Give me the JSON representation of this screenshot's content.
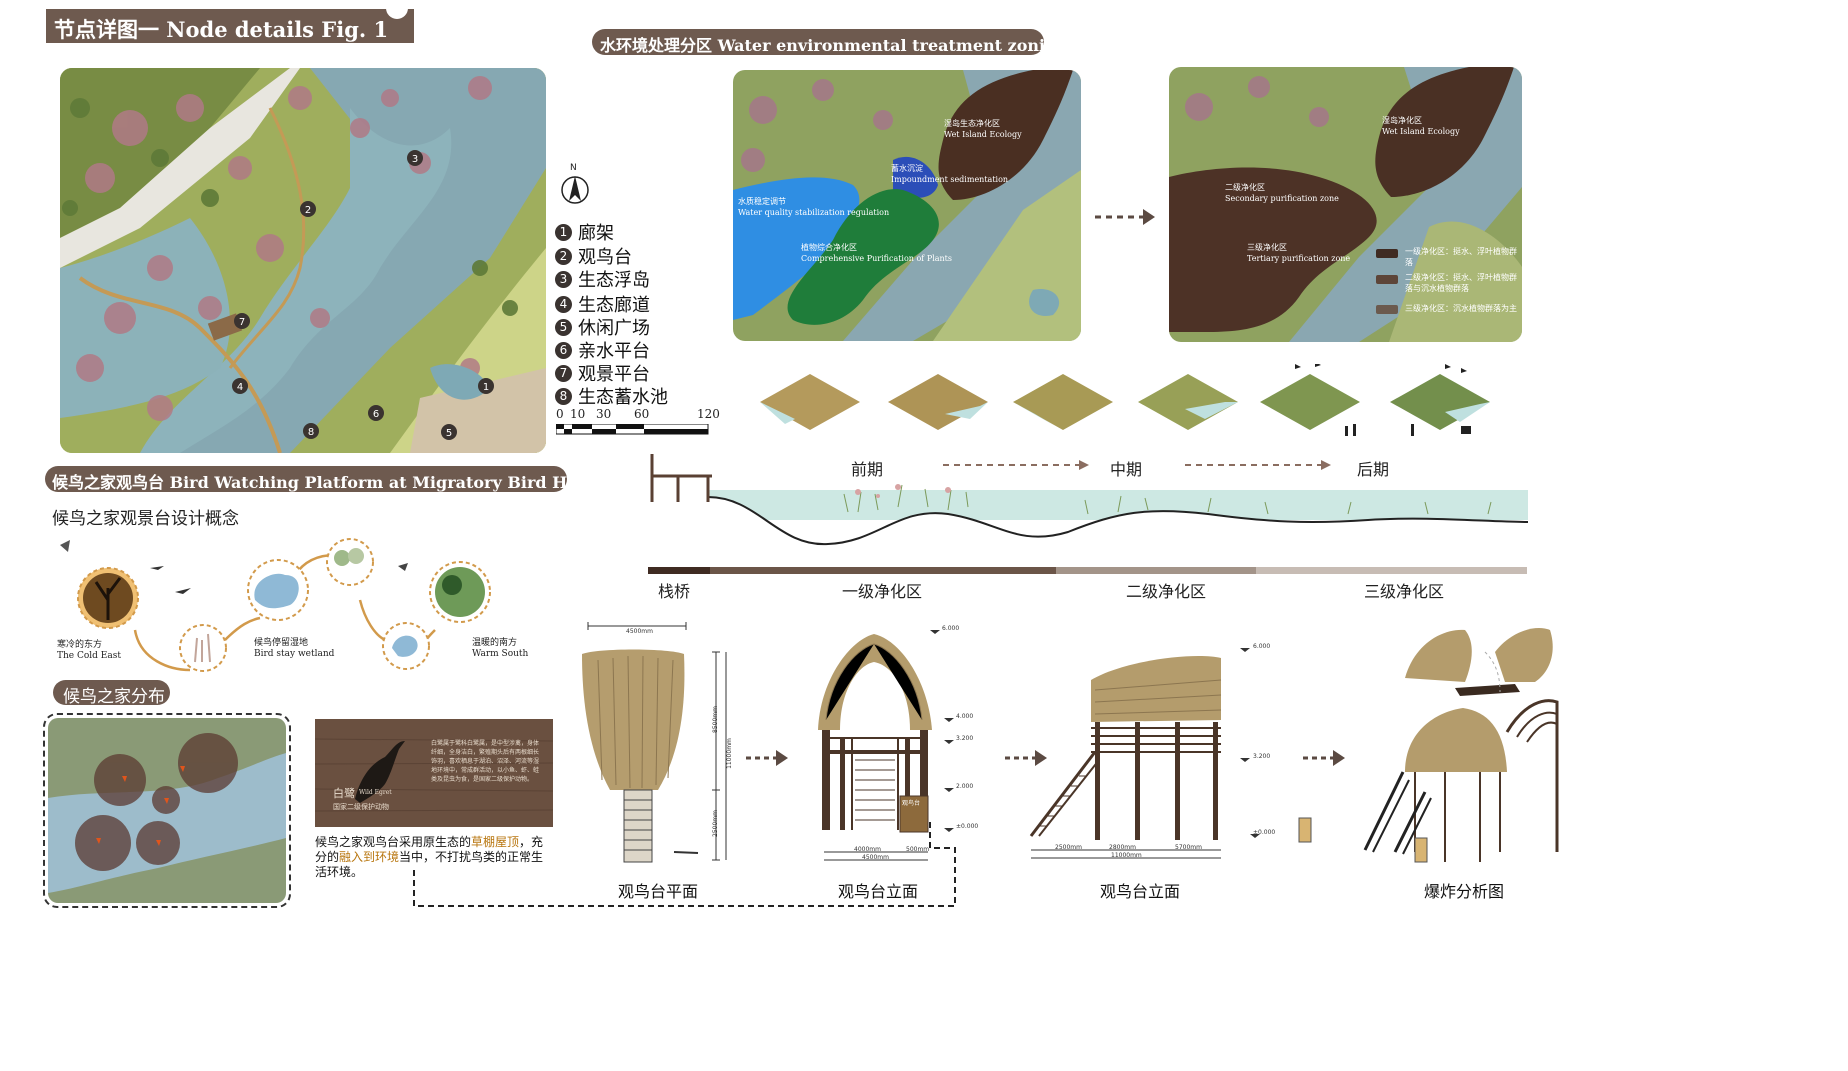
{
  "header": {
    "node_title": "节点详图一  Node details Fig. 1",
    "zoning_title": "水环境处理分区  Water environmental treatment zoning",
    "bird_title": "候鸟之家观鸟台  Bird Watching Platform at Migratory Bird House",
    "concept_title": "候鸟之家观景台设计概念",
    "distribution_title": "候鸟之家分布"
  },
  "legend": {
    "north": "N",
    "items": [
      {
        "num": "1",
        "label": "廊架"
      },
      {
        "num": "2",
        "label": "观鸟台"
      },
      {
        "num": "3",
        "label": "生态浮岛"
      },
      {
        "num": "4",
        "label": "生态廊道"
      },
      {
        "num": "5",
        "label": "休闲广场"
      },
      {
        "num": "6",
        "label": "亲水平台"
      },
      {
        "num": "7",
        "label": "观景平台"
      },
      {
        "num": "8",
        "label": "生态蓄水池"
      }
    ],
    "scale_ticks": [
      "0",
      "10",
      "30",
      "60",
      "120"
    ]
  },
  "zoning_left": {
    "wet_island": [
      "湿岛生态净化区",
      "Wet Island Ecology"
    ],
    "impoundment": [
      "蓄水沉淀",
      "Impoundment sedimentation"
    ],
    "water_quality": [
      "水质稳定调节",
      "Water quality stabilization regulation"
    ],
    "plants": [
      "植物综合净化区",
      "Comprehensive Purification of Plants"
    ]
  },
  "zoning_right": {
    "wet_island": [
      "湿岛净化区",
      "Wet Island Ecology"
    ],
    "secondary": [
      "二级净化区",
      "Secondary purification zone"
    ],
    "tertiary": [
      "三级净化区",
      "Tertiary purification zone"
    ],
    "legend": [
      "一级净化区：挺水、浮叶植物群落",
      "二级净化区：挺水、浮叶植物群落与沉水植物群落",
      "三级净化区：沉水植物群落为主"
    ]
  },
  "phases": {
    "early": "前期",
    "middle": "中期",
    "late": "后期"
  },
  "purification": {
    "bridge": "栈桥",
    "level1": "一级净化区",
    "level2": "二级净化区",
    "level3": "三级净化区"
  },
  "concept": {
    "cold_east_cn": "寒冷的东方",
    "cold_east_en": "The Cold East",
    "wetland_cn": "候鸟停留湿地",
    "wetland_en": "Bird stay wetland",
    "warm_south_cn": "温暖的南方",
    "warm_south_en": "Warm South"
  },
  "sign": {
    "name_cn": "白鹭",
    "name_en": "Wild Egret",
    "protect": "国家二级保护动物",
    "text": "白鹭属于鹭科白鹭属，是中型涉禽，身体纤细，全身洁白，繁殖期头后有两根细长饰羽，喜欢栖息于湖泊、沼泽、河流等湿地环境中，常成群活动，以小鱼、虾、蛙类及昆虫为食，是国家二级保护动物。"
  },
  "description": {
    "part1": "候鸟之家观鸟台采用原生态的",
    "hl1": "草棚屋顶",
    "part2": "，充分的",
    "hl2": "融入到环境",
    "part3": "当中，不打扰鸟类的正常生活环境。"
  },
  "drawings": {
    "plan": "观鸟台平面",
    "elev1": "观鸟台立面",
    "elev2": "观鸟台立面",
    "explode": "爆炸分析图",
    "plan_top_dim": "4500mm",
    "plan_v_total": "11000mm",
    "plan_v_top": "8500mm",
    "plan_v_bottom": "2500mm",
    "e1_levels": [
      "6.000",
      "4.000",
      "3.200",
      "2.000",
      "±0.000"
    ],
    "e1_dims": [
      "4000mm",
      "500mm",
      "4500mm"
    ],
    "e1_sign": "观鸟台",
    "e2_levels": [
      "6.000",
      "3.200",
      "±0.000"
    ],
    "e2_dims": [
      "2500mm",
      "2800mm",
      "5700mm",
      "11000mm"
    ]
  },
  "colors": {
    "tag": "#6e5a4f",
    "highlight": "#b8760f",
    "zone1": "#3f2b22",
    "zone2": "#6b5548",
    "zone3": "#a39489",
    "water": "#9fd6cf"
  }
}
